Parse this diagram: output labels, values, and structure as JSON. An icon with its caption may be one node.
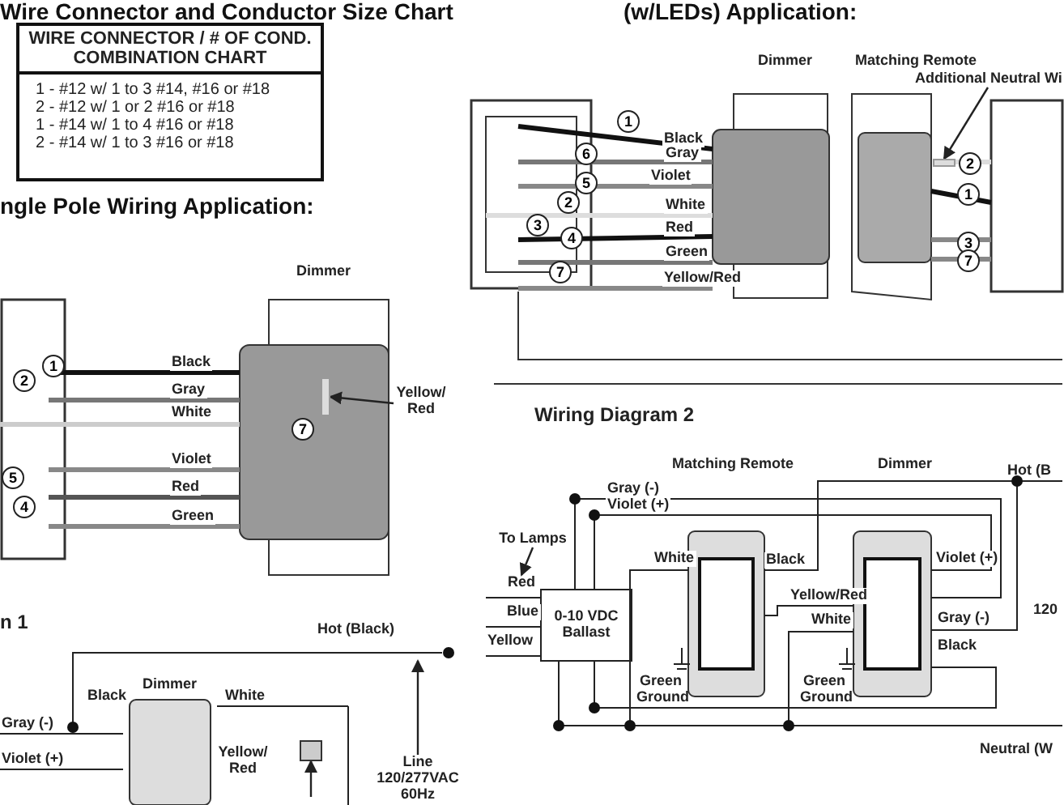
{
  "diagram": {
    "nodes": [
      {
        "text": [
          "WIRE CONNECTOR / # OF COND. COMBINATION CHART",
          "1 - #12 w/ 1 to 3 #14, #16 or #18",
          "2 - #12 w/ 1 or 2 #16 or #18",
          "1 - #14 w/ 1 to 4 #16 or #18",
          "2 - #14 w/ 1 to 3 #16 or #18"
        ]
      },
      {
        "text": [
          "To Lamps"
        ]
      },
      {
        "text": [
          "Additional Neutral Wi"
        ]
      },
      {
        "text": [
          "Line 120/277VAC 60Hz"
        ]
      },
      {
        "text": [
          "Yellow/ Red"
        ]
      },
      {
        "text": [],
        "shape": "box"
      },
      {
        "text": [],
        "shape": "bar"
      },
      {
        "text": [
          "Red"
        ]
      },
      {
        "text": [],
        "shape": "bar"
      }
    ],
    "edges": [
      {
        "from": 1,
        "to": 7,
        "arrow": "to"
      },
      {
        "from": 2,
        "to": 8,
        "arrow": "to"
      },
      {
        "from": 3,
        "to": null,
        "arrow": "to"
      },
      {
        "from": 4,
        "to": 6,
        "arrow": "to"
      },
      {
        "from": null,
        "to": 5,
        "arrow": "to"
      }
    ],
    "labels": [
      "Wire Connector and Conductor Size Chart",
      "(w/LEDs) Application:",
      "ngle Pole Wiring Application:",
      "Dimmer",
      "Matching Remote",
      "1",
      "6",
      "5",
      "2",
      "3",
      "4",
      "7",
      "Black",
      "Gray",
      "Violet",
      "White",
      "Red",
      "Green",
      "Yellow/Red",
      "2",
      "1",
      "3",
      "7",
      "Dimmer",
      "Black",
      "Gray",
      "White",
      "Violet",
      "Red",
      "Green",
      "2",
      "1",
      "5",
      "4",
      "7",
      "Wiring Diagram 2",
      "Matching Remote",
      "Dimmer",
      "Hot (B",
      "Gray (-)",
      "Violet (+)",
      "White",
      "Black",
      "Violet (+)",
      "Yellow/Red",
      "Gray (-)",
      "Black",
      "White",
      "Blue",
      "Yellow",
      "0-10 VDC Ballast",
      "Green Ground",
      "Green Ground",
      "120",
      "Neutral (W",
      "n 1",
      "Hot (Black)",
      "Dimmer",
      "Black",
      "White",
      "Gray (-)",
      "Violet (+)",
      "Yellow/ Red"
    ]
  }
}
